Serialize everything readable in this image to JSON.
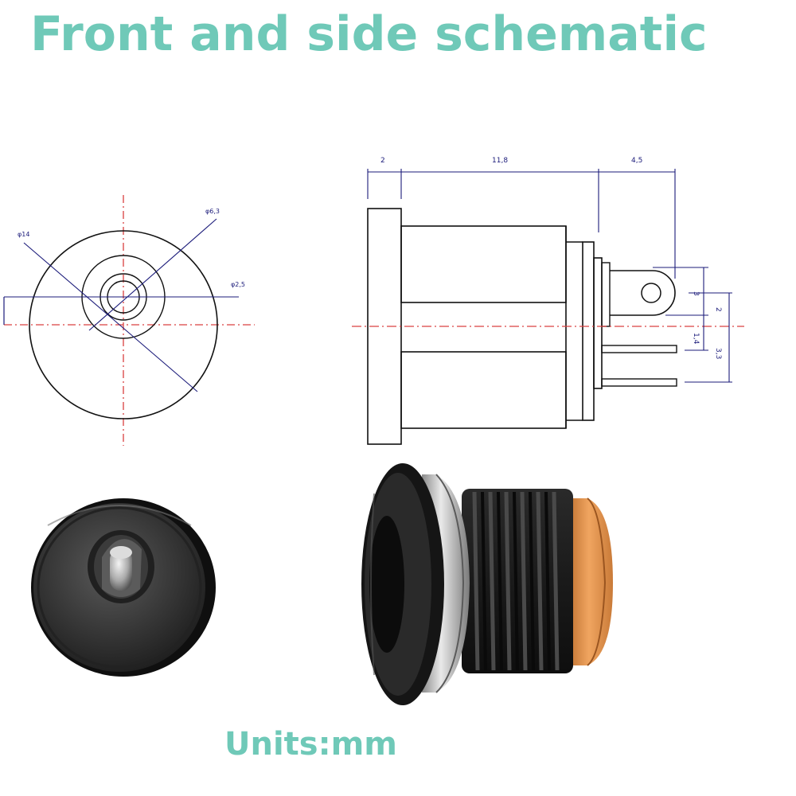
{
  "title": "Front and side schematic",
  "units_label": "Units:mm",
  "front_view": {
    "outer_diameter": "φ14",
    "mid_diameter": "φ6,3",
    "pin_diameter": "φ2,5"
  },
  "side_view": {
    "flange_width": "2",
    "body_length": "11,8",
    "terminal_length": "4,5",
    "tab_dim_3": "3",
    "tab_dim_2": "2",
    "pin_offset": "1,4",
    "pin_span": "3,3"
  },
  "colors": {
    "title": "#6fc9b8",
    "outline": "#111111",
    "dimension": "#1b1b7a",
    "centerline": "#d94040",
    "orange_ring": "#e7954a"
  }
}
